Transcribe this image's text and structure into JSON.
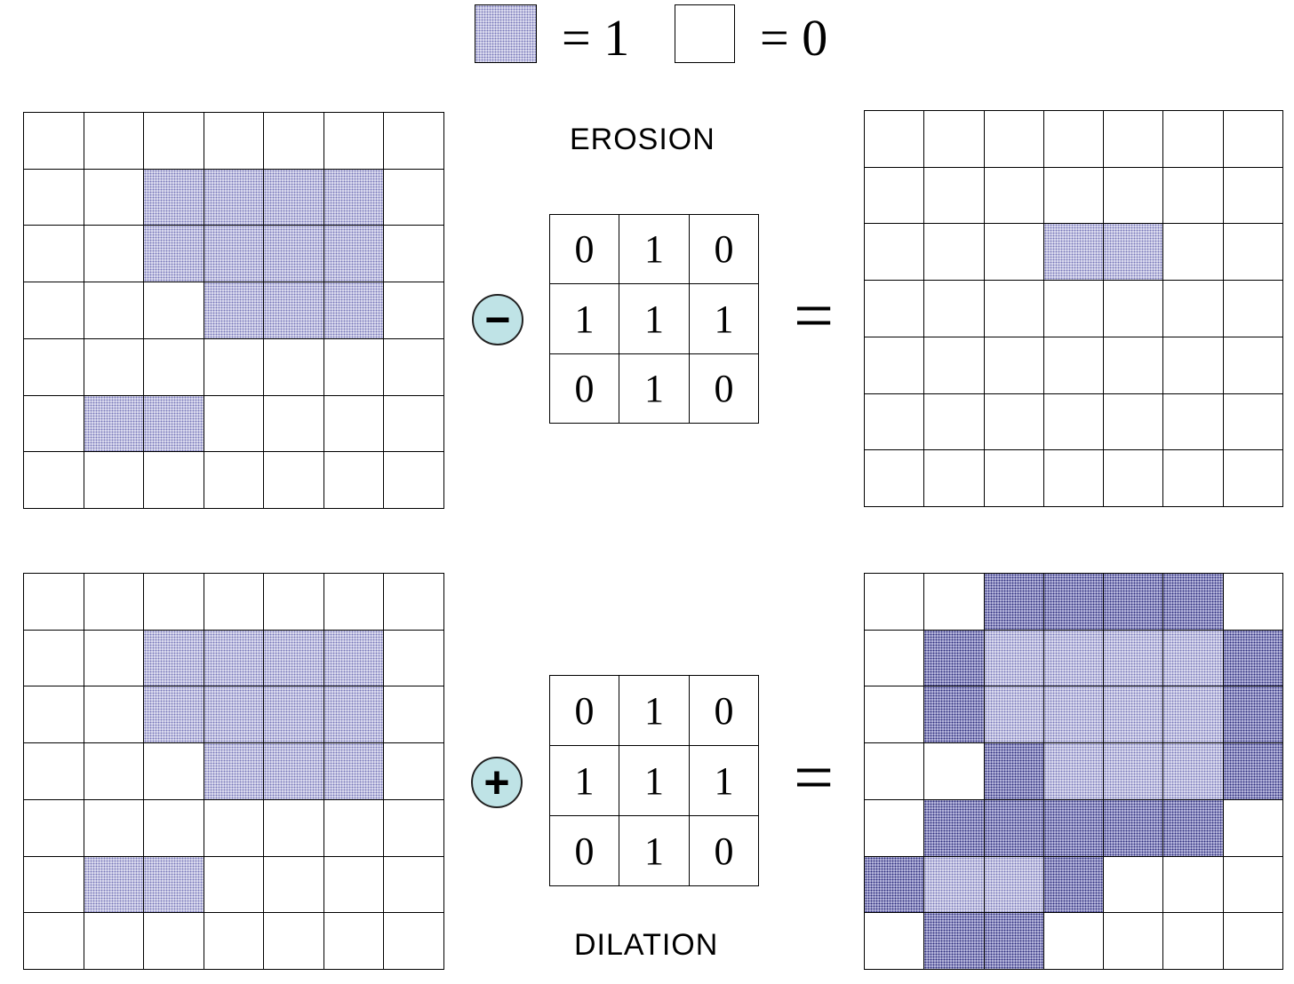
{
  "legend": {
    "one_label": "= 1",
    "zero_label": "= 0"
  },
  "erosion": {
    "title": "EROSION",
    "operator_symbol": "−",
    "equals": "=",
    "input": [
      [
        0,
        0,
        0,
        0,
        0,
        0,
        0
      ],
      [
        0,
        0,
        1,
        1,
        1,
        1,
        0
      ],
      [
        0,
        0,
        1,
        1,
        1,
        1,
        0
      ],
      [
        0,
        0,
        0,
        1,
        1,
        1,
        0
      ],
      [
        0,
        0,
        0,
        0,
        0,
        0,
        0
      ],
      [
        0,
        1,
        1,
        0,
        0,
        0,
        0
      ],
      [
        0,
        0,
        0,
        0,
        0,
        0,
        0
      ]
    ],
    "kernel": [
      [
        "0",
        "1",
        "0"
      ],
      [
        "1",
        "1",
        "1"
      ],
      [
        "0",
        "1",
        "0"
      ]
    ],
    "output": [
      [
        0,
        0,
        0,
        0,
        0,
        0,
        0
      ],
      [
        0,
        0,
        0,
        0,
        0,
        0,
        0
      ],
      [
        0,
        0,
        0,
        1,
        1,
        0,
        0
      ],
      [
        0,
        0,
        0,
        0,
        0,
        0,
        0
      ],
      [
        0,
        0,
        0,
        0,
        0,
        0,
        0
      ],
      [
        0,
        0,
        0,
        0,
        0,
        0,
        0
      ],
      [
        0,
        0,
        0,
        0,
        0,
        0,
        0
      ]
    ]
  },
  "dilation": {
    "title": "DILATION",
    "operator_symbol": "+",
    "equals": "=",
    "input": [
      [
        0,
        0,
        0,
        0,
        0,
        0,
        0
      ],
      [
        0,
        0,
        1,
        1,
        1,
        1,
        0
      ],
      [
        0,
        0,
        1,
        1,
        1,
        1,
        0
      ],
      [
        0,
        0,
        0,
        1,
        1,
        1,
        0
      ],
      [
        0,
        0,
        0,
        0,
        0,
        0,
        0
      ],
      [
        0,
        1,
        1,
        0,
        0,
        0,
        0
      ],
      [
        0,
        0,
        0,
        0,
        0,
        0,
        0
      ]
    ],
    "kernel": [
      [
        "0",
        "1",
        "0"
      ],
      [
        "1",
        "1",
        "1"
      ],
      [
        "0",
        "1",
        "0"
      ]
    ],
    "output": [
      [
        0,
        0,
        2,
        2,
        2,
        2,
        0
      ],
      [
        0,
        2,
        1,
        1,
        1,
        1,
        2
      ],
      [
        0,
        2,
        1,
        1,
        1,
        1,
        2
      ],
      [
        0,
        0,
        2,
        1,
        1,
        1,
        2
      ],
      [
        0,
        2,
        2,
        2,
        2,
        2,
        0
      ],
      [
        2,
        1,
        1,
        2,
        0,
        0,
        0
      ],
      [
        0,
        2,
        2,
        0,
        0,
        0,
        0
      ]
    ]
  }
}
